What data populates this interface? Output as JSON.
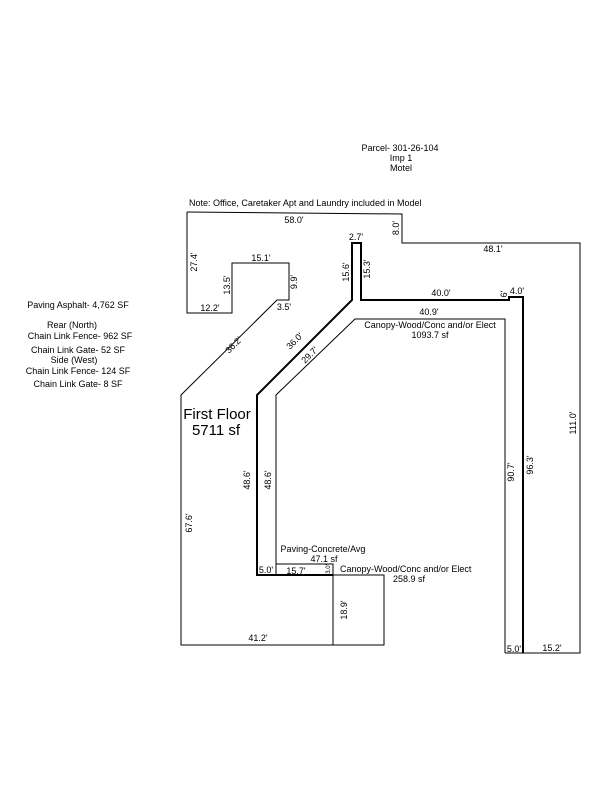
{
  "header": {
    "parcel": "Parcel- 301-26-104",
    "imp": "Imp 1",
    "use": "Motel"
  },
  "note": "Note: Office, Caretaker Apt and Laundry included in Model",
  "legend": {
    "paving_asphalt": "Paving Asphalt- 4,762   SF",
    "rear_north": "Rear (North)",
    "rear_fence": "Chain Link Fence- 962   SF",
    "rear_gate": "Chain Link Gate-  52  SF",
    "side_west": "Side (West)",
    "side_fence": "Chain Link Fence-  124  SF",
    "side_gate": "Chain Link Gate- 8   SF"
  },
  "areas": {
    "first_floor_label": "First Floor",
    "first_floor_area": "5711 sf",
    "canopy1_label": "Canopy-Wood/Conc and/or Elect",
    "canopy1_area": "1093.7 sf",
    "paving_label": "Paving-Concrete/Avg",
    "paving_area": "47.1 sf",
    "canopy2_label": "Canopy-Wood/Conc and/or Elect",
    "canopy2_area": "258.9 sf"
  },
  "dims": {
    "d58": "58.0'",
    "d8": "8.0'",
    "d48_1": "48.1'",
    "d111": "111.0'",
    "d27_4": "27.4'",
    "d12_2": "12.2'",
    "d13_5": "13.5'",
    "d15_1": "15.1'",
    "d9_9": "9.9'",
    "d3_5": "3.5'",
    "d36_2": "36.2'",
    "d67_6": "67.6'",
    "d41_2": "41.2'",
    "d2_7": "2.7'",
    "d15_6": "15.6'",
    "d15_3": "15.3'",
    "d40_0": "40.0'",
    "d6": "6'",
    "d4_0": "4.0'",
    "d40_9": "40.9'",
    "d36_0": "36.0'",
    "d29_7": "29.7'",
    "d48_6a": "48.6'",
    "d48_6b": "48.6'",
    "d5_0a": "5.0'",
    "d15_7": "15.7'",
    "d3_0": "3.0'",
    "d18_9": "18.9'",
    "d90_7": "90.7'",
    "d96_3": "96.3'",
    "d5_0b": "5.0'",
    "d15_2": "15.2'"
  }
}
